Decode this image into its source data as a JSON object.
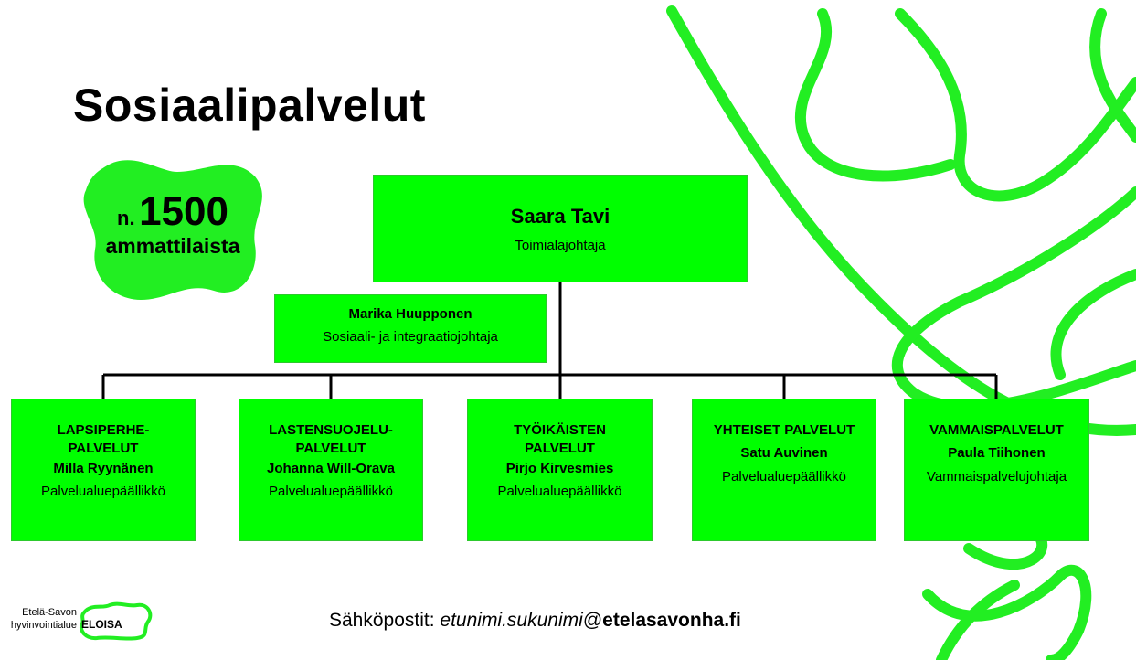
{
  "title": "Sosiaalipalvelut",
  "stat": {
    "prefix": "n.",
    "number": "1500",
    "unit": "ammattilaista"
  },
  "director": {
    "name": "Saara Tavi",
    "role": "Toimialajohtaja"
  },
  "deputy": {
    "name": "Marika Huupponen",
    "role": "Sosiaali- ja integraatiojohtaja"
  },
  "units": [
    {
      "name_lines": [
        "LAPSIPERHE-",
        "PALVELUT"
      ],
      "person": "Milla Ryynänen",
      "role": "Palvelualuepäällikkö"
    },
    {
      "name_lines": [
        "LASTENSUOJELU-",
        "PALVELUT"
      ],
      "person": "Johanna Will-Orava",
      "role": "Palvelualuepäällikkö"
    },
    {
      "name_lines": [
        "TYÖIKÄISTEN",
        "PALVELUT"
      ],
      "person": "Pirjo Kirvesmies",
      "role": "Palvelualuepäällikkö"
    },
    {
      "name_lines": [
        "YHTEISET PALVELUT"
      ],
      "person": "Satu Auvinen",
      "role": "Palvelualuepäällikkö"
    },
    {
      "name_lines": [
        "VAMMAISPALVELUT"
      ],
      "person": "Paula Tiihonen",
      "role": "Vammaispalvelujohtaja"
    }
  ],
  "footer": {
    "logo_line1": "Etelä-Savon",
    "logo_line2": "hyvinvointialue",
    "logo_mark": "ELOISA",
    "email_label": "Sähköpostit: ",
    "email_user": "etunimi.sukunimi",
    "email_at": "@",
    "email_domain": "etelasavonha.fi"
  },
  "colors": {
    "accent": "#00ff00",
    "line": "#000000"
  }
}
